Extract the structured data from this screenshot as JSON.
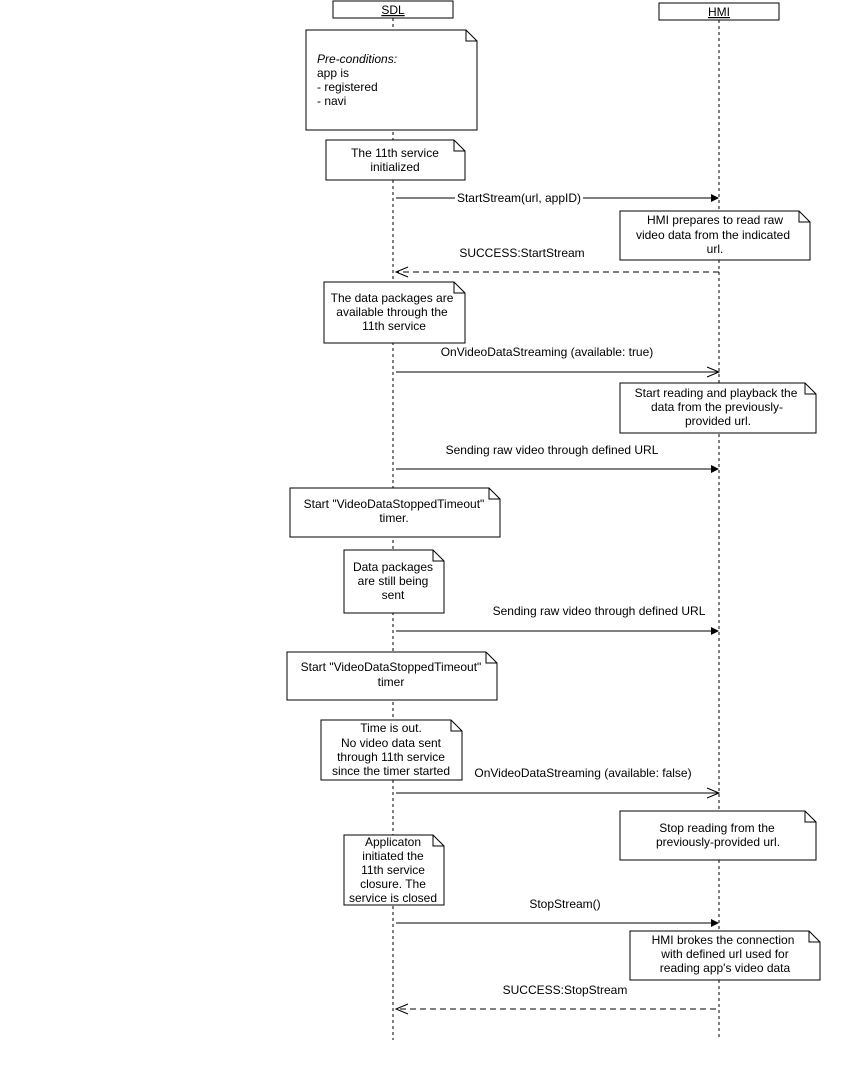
{
  "participants": {
    "sdl": {
      "name": "SDL"
    },
    "hmi": {
      "name": "HMI"
    }
  },
  "notes": [
    {
      "id": "preconditions",
      "lines": [
        "Pre-conditions:",
        "app is",
        "- registered",
        "- navi"
      ]
    },
    {
      "id": "service-initialized",
      "lines": [
        "The 11th service",
        "initialized"
      ]
    },
    {
      "id": "hmi-prepares",
      "lines": [
        "HMI prepares to read raw",
        "video data from the indicated",
        "url."
      ]
    },
    {
      "id": "packages-available",
      "lines": [
        "The data packages are",
        "available through the",
        "11th service"
      ]
    },
    {
      "id": "start-reading",
      "lines": [
        "Start reading and playback the",
        "data from the previously-",
        "provided url."
      ]
    },
    {
      "id": "timer-start-1",
      "lines": [
        "Start \"VideoDataStoppedTimeout\"",
        "timer."
      ]
    },
    {
      "id": "still-sent",
      "lines": [
        "Data packages",
        "are still being",
        "sent"
      ]
    },
    {
      "id": "timer-start-2",
      "lines": [
        "Start \"VideoDataStoppedTimeout\"",
        "timer"
      ]
    },
    {
      "id": "time-out",
      "lines": [
        "Time is out.",
        "No video data sent",
        "through 11th service",
        "since the timer started"
      ]
    },
    {
      "id": "stop-reading",
      "lines": [
        "Stop reading from the",
        "previously-provided url."
      ]
    },
    {
      "id": "app-closure",
      "lines": [
        "Applicaton",
        "initiated the",
        "11th service",
        "closure. The",
        "service is closed"
      ]
    },
    {
      "id": "hmi-brokes",
      "lines": [
        "HMI brokes the connection",
        "with defined url used for",
        "reading app's video data"
      ]
    }
  ],
  "messages": [
    {
      "id": "start-stream",
      "label": "StartStream(url, appID)"
    },
    {
      "id": "success-start-stream",
      "label": "SUCCESS:StartStream"
    },
    {
      "id": "on-video-true",
      "label": "OnVideoDataStreaming (available: true)"
    },
    {
      "id": "sending-raw-1",
      "label": "Sending raw video through defined URL"
    },
    {
      "id": "sending-raw-2",
      "label": "Sending raw video through defined URL"
    },
    {
      "id": "on-video-false",
      "label": "OnVideoDataStreaming (available: false)"
    },
    {
      "id": "stop-stream",
      "label": "StopStream()"
    },
    {
      "id": "success-stop-stream",
      "label": "SUCCESS:StopStream"
    }
  ]
}
